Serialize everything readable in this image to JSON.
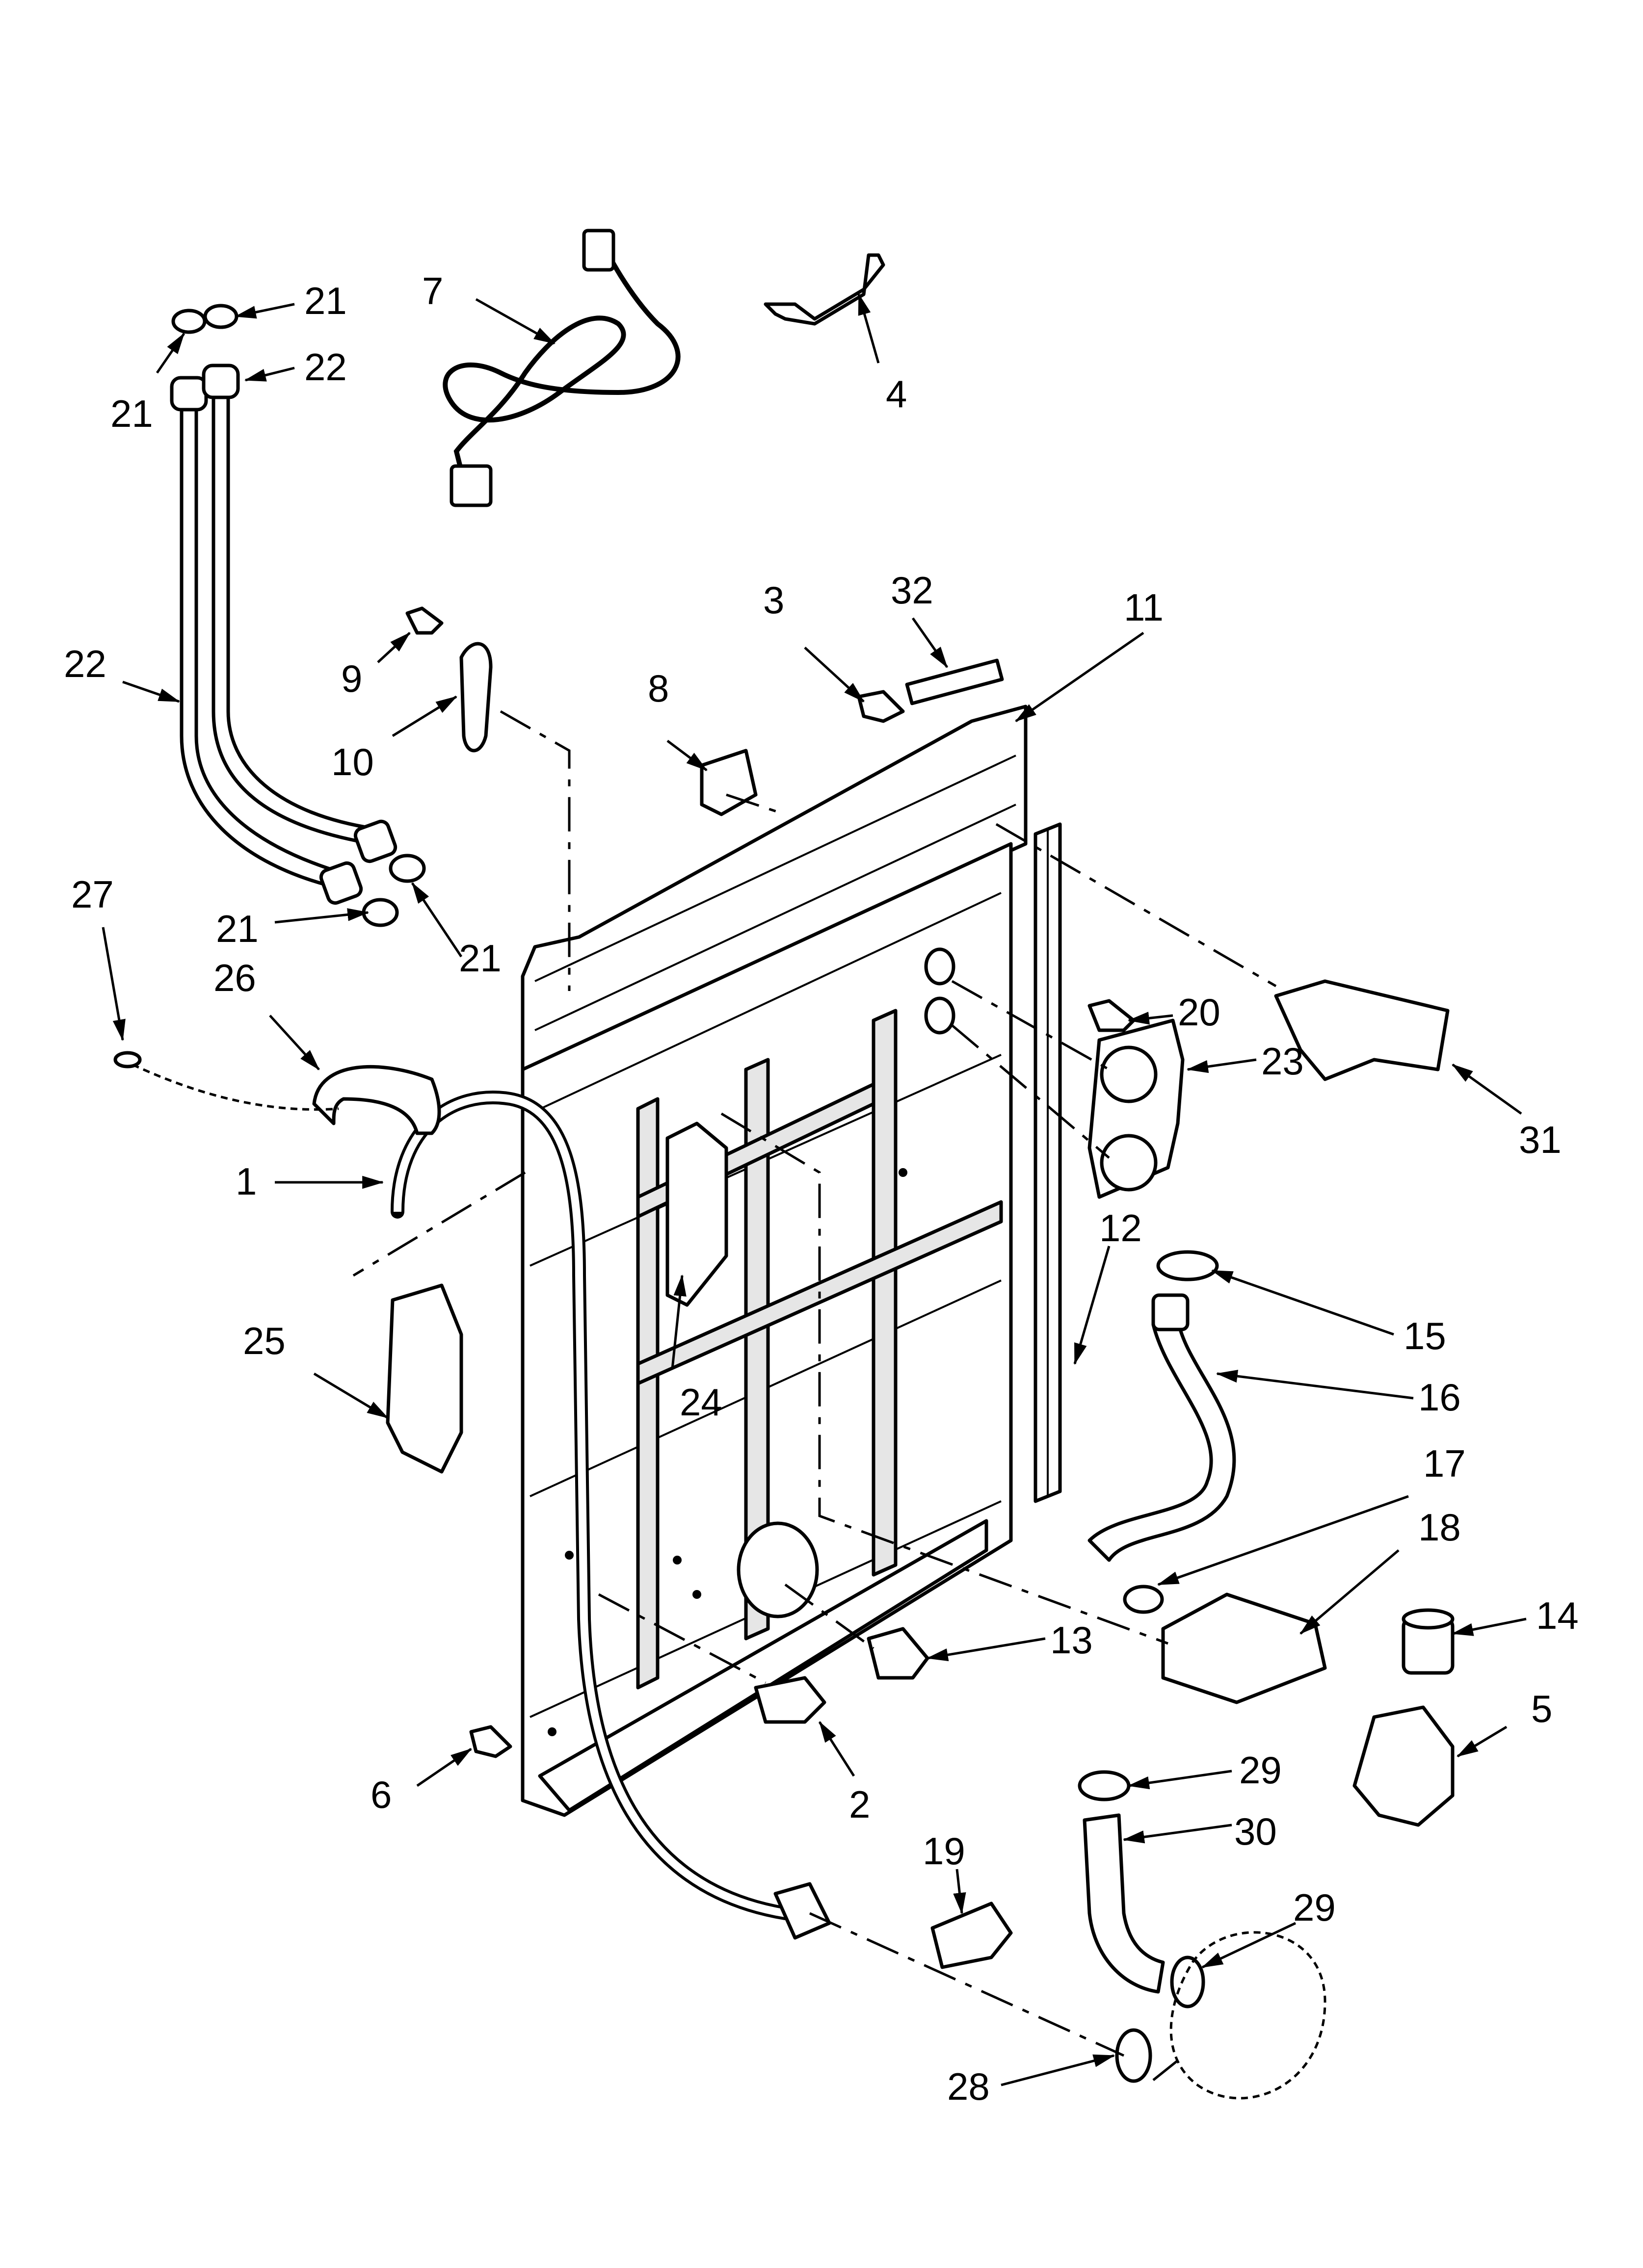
{
  "callouts": [
    {
      "id": "c1",
      "text": "1"
    },
    {
      "id": "c2",
      "text": "2"
    },
    {
      "id": "c3",
      "text": "3"
    },
    {
      "id": "c4",
      "text": "4"
    },
    {
      "id": "c5",
      "text": "5"
    },
    {
      "id": "c6",
      "text": "6"
    },
    {
      "id": "c7",
      "text": "7"
    },
    {
      "id": "c8",
      "text": "8"
    },
    {
      "id": "c9",
      "text": "9"
    },
    {
      "id": "c10",
      "text": "10"
    },
    {
      "id": "c11",
      "text": "11"
    },
    {
      "id": "c12",
      "text": "12"
    },
    {
      "id": "c13",
      "text": "13"
    },
    {
      "id": "c14",
      "text": "14"
    },
    {
      "id": "c15",
      "text": "15"
    },
    {
      "id": "c16",
      "text": "16"
    },
    {
      "id": "c17",
      "text": "17"
    },
    {
      "id": "c18",
      "text": "18"
    },
    {
      "id": "c19",
      "text": "19"
    },
    {
      "id": "c20",
      "text": "20"
    },
    {
      "id": "c21a",
      "text": "21"
    },
    {
      "id": "c21b",
      "text": "21"
    },
    {
      "id": "c21c",
      "text": "21"
    },
    {
      "id": "c21d",
      "text": "21"
    },
    {
      "id": "c22a",
      "text": "22"
    },
    {
      "id": "c22b",
      "text": "22"
    },
    {
      "id": "c23",
      "text": "23"
    },
    {
      "id": "c24",
      "text": "24"
    },
    {
      "id": "c25",
      "text": "25"
    },
    {
      "id": "c26",
      "text": "26"
    },
    {
      "id": "c27",
      "text": "27"
    },
    {
      "id": "c28",
      "text": "28"
    },
    {
      "id": "c29a",
      "text": "29"
    },
    {
      "id": "c29b",
      "text": "29"
    },
    {
      "id": "c30",
      "text": "30"
    },
    {
      "id": "c31",
      "text": "31"
    },
    {
      "id": "c32",
      "text": "32"
    }
  ]
}
